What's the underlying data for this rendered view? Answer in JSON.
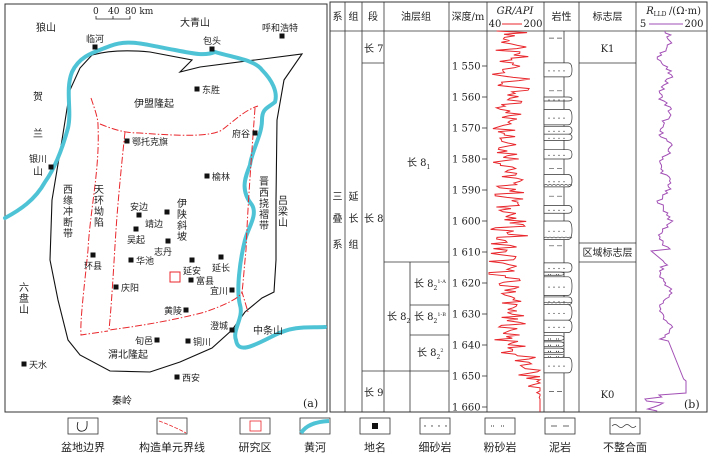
{
  "map": {
    "scale_bar": {
      "zero": "0",
      "mid": "40",
      "end": "80 km"
    },
    "regions": [
      "狼山",
      "大青山",
      "贺",
      "兰",
      "山",
      "伊盟隆起",
      "西缘冲断带",
      "天环坳陷",
      "伊陕斜坡",
      "晋西挠褶带",
      "吕梁山",
      "六盘山",
      "中条山",
      "渭北隆起",
      "秦岭"
    ],
    "places": [
      "临河",
      "包头",
      "呼和浩特",
      "东胜",
      "鄂托克旗",
      "府谷",
      "银川",
      "榆林",
      "安边",
      "靖边",
      "吴起",
      "志丹",
      "环县",
      "华池",
      "延安",
      "延长",
      "富县",
      "宜川",
      "庆阳",
      "黄陵",
      "澄城",
      "旬邑",
      "铜川",
      "天水",
      "西安"
    ],
    "panel_label": "(a)",
    "colors": {
      "river": "#4fc3d6",
      "boundary": "#111111",
      "tectonic": "#e8262b",
      "study_area": "#e8262b"
    }
  },
  "column": {
    "headers": {
      "system": "系",
      "group": "组",
      "member": "段",
      "oil_group": "油层组",
      "depth": "深度/m",
      "gr": "GR/API",
      "gr_min": "40",
      "gr_max": "200",
      "lith": "岩性",
      "marker": "标志层",
      "rlld": "R",
      "rlld_sub": "LLD",
      "rlld_unit": "/(Ω·m)",
      "r_min": "5",
      "r_max": "200"
    },
    "system": [
      "三",
      "叠",
      "系"
    ],
    "group": [
      "延",
      "长",
      "组"
    ],
    "members": {
      "c7": "长 7",
      "c8": "长 8",
      "c9": "长 9"
    },
    "oil_groups": {
      "c81": "长 8",
      "c81_sub": "1",
      "c82": "长 8",
      "c82_sub": "2",
      "c821a": "长 8",
      "c821a_sub": "2",
      "c821a_sup": "1-A",
      "c821b": "长 8",
      "c821b_sub": "2",
      "c821b_sup": "1-B",
      "c822": "长 8",
      "c822_sub": "2",
      "c822_sup": "2"
    },
    "depth_ticks": [
      "1 550",
      "1 560",
      "1 570",
      "1 580",
      "1 590",
      "1 600",
      "1 610",
      "1 620",
      "1 630",
      "1 640",
      "1 650",
      "1 660"
    ],
    "depth_values": [
      1550,
      1560,
      1570,
      1580,
      1590,
      1600,
      1610,
      1620,
      1630,
      1640,
      1650,
      1660
    ],
    "markers": {
      "k1": "K1",
      "regional": "区域标志层",
      "k0": "K0"
    },
    "panel_label": "(b)",
    "colors": {
      "gr": "#e8262b",
      "rlld": "#a24fb5"
    },
    "lithology_beds": [
      [
        1549,
        1553.5,
        "sand"
      ],
      [
        1560,
        1561.3,
        "sand"
      ],
      [
        1564,
        1569,
        "sand"
      ],
      [
        1569.5,
        1572,
        "sand_silt"
      ],
      [
        1572,
        1574,
        "sand"
      ],
      [
        1577,
        1580,
        "sand"
      ],
      [
        1585,
        1589,
        "sand_unc"
      ],
      [
        1595,
        1597.5,
        "sand"
      ],
      [
        1600,
        1606,
        "sand_unc"
      ],
      [
        1613.5,
        1616.5,
        "sand"
      ],
      [
        1616.5,
        1617.5,
        "silt"
      ],
      [
        1618,
        1624,
        "sand"
      ],
      [
        1624.5,
        1627,
        "sand_unc"
      ],
      [
        1627,
        1632,
        "sand"
      ],
      [
        1632,
        1636,
        "sand"
      ],
      [
        1637,
        1638.5,
        "silt"
      ],
      [
        1639,
        1640.5,
        "silt"
      ],
      [
        1641,
        1642.5,
        "silt"
      ],
      [
        1643,
        1644,
        "silt"
      ],
      [
        1644,
        1649,
        "sand"
      ]
    ]
  },
  "legend": [
    "盆地边界",
    "构造单元界线",
    "研究区",
    "黄河",
    "地名",
    "细砂岩",
    "粉砂岩",
    "泥岩",
    "不整合面"
  ]
}
